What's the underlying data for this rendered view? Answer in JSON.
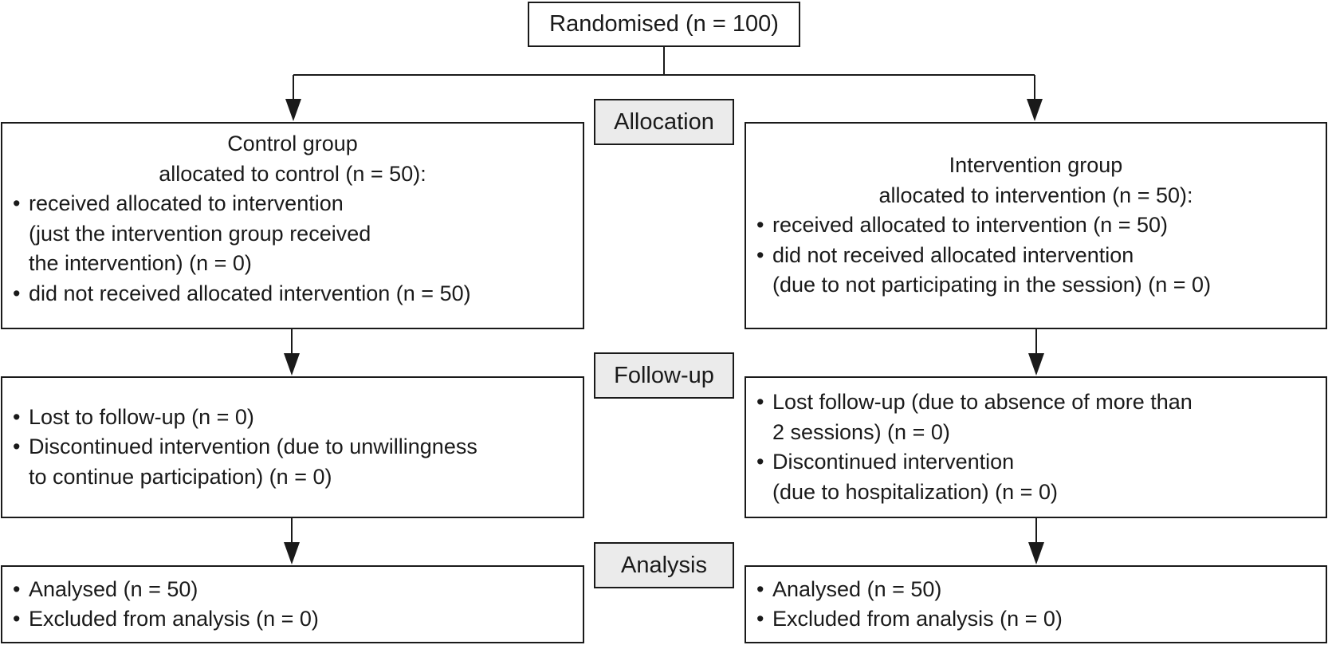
{
  "root": {
    "text": "Randomised (n = 100)"
  },
  "stages": {
    "allocation": "Allocation",
    "follow_up": "Follow-up",
    "analysis": "Analysis"
  },
  "control": {
    "allocation": {
      "title": "Control group",
      "subtitle": "allocated to control (n = 50):",
      "bullets": [
        {
          "lines": [
            "received allocated to intervention",
            "(just the intervention group received",
            "the intervention) (n = 0)"
          ]
        },
        {
          "lines": [
            "did not received allocated intervention (n = 50)"
          ]
        }
      ]
    },
    "follow_up": {
      "bullets": [
        {
          "lines": [
            "Lost to follow-up (n = 0)"
          ]
        },
        {
          "lines": [
            "Discontinued intervention (due to unwillingness",
            "to continue participation) (n = 0)"
          ]
        }
      ]
    },
    "analysis": {
      "bullets": [
        {
          "lines": [
            "Analysed (n = 50)"
          ]
        },
        {
          "lines": [
            "Excluded from analysis (n = 0)"
          ]
        }
      ]
    }
  },
  "intervention": {
    "allocation": {
      "title": "Intervention group",
      "subtitle": "allocated to intervention (n = 50):",
      "bullets": [
        {
          "lines": [
            "received allocated to intervention (n = 50)"
          ]
        },
        {
          "lines": [
            "did not received allocated intervention",
            "(due to not participating in the session) (n = 0)"
          ]
        }
      ]
    },
    "follow_up": {
      "bullets": [
        {
          "lines": [
            "Lost follow-up (due to absence of more than",
            "2 sessions) (n = 0)"
          ]
        },
        {
          "lines": [
            "Discontinued intervention",
            "(due to hospitalization) (n = 0)"
          ]
        }
      ]
    },
    "analysis": {
      "bullets": [
        {
          "lines": [
            "Analysed (n = 50)"
          ]
        },
        {
          "lines": [
            "Excluded from analysis (n = 0)"
          ]
        }
      ]
    }
  }
}
